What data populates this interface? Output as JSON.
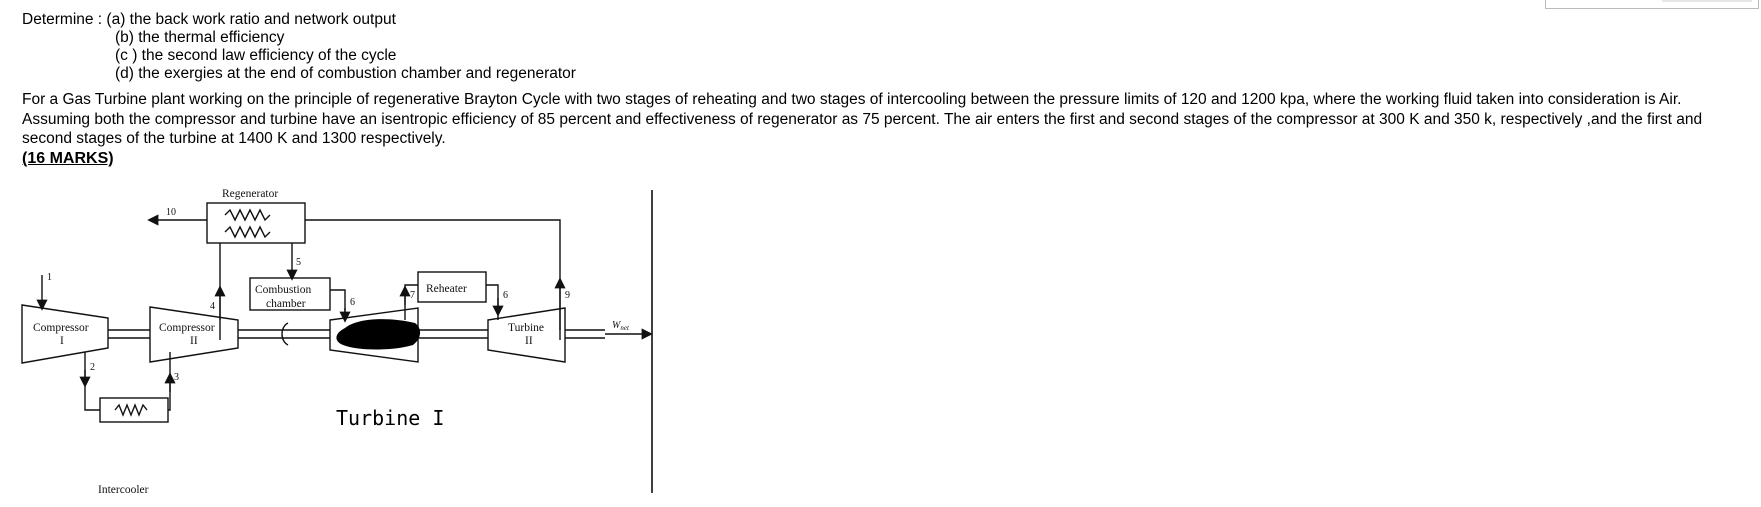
{
  "determine": {
    "intro": "Determine : (a) the back work ratio and network output",
    "items": [
      "(b) the thermal efficiency",
      "(c ) the second law efficiency of the cycle",
      "(d) the exergies at the end of combustion chamber and regenerator"
    ]
  },
  "problem_text": "For a Gas Turbine plant working on the principle of regenerative Brayton Cycle with two stages of reheating and two stages of intercooling between the pressure limits of 120 and 1200 kpa, where the working fluid taken into consideration is Air. Assuming both the compressor and turbine have an isentropic efficiency of 85 percent and effectiveness of regenerator as 75 percent. The air enters the first and second stages of the compressor at 300 K and 350 k, respectively ,and the first and second stages of the turbine at 1400 K and 1300 respectively.",
  "marks": "(16 MARKS)",
  "diagram": {
    "regenerator": "Regenerator",
    "combustion_line1": "Combustion",
    "combustion_line2": "chamber",
    "reheater": "Reheater",
    "compressor1_line1": "Compressor",
    "compressor1_line2": "I",
    "compressor2_line1": "Compressor",
    "compressor2_line2": "II",
    "turbine2_line1": "Turbine",
    "turbine2_line2": "II",
    "turbine1_handwritten": "Turbine I",
    "intercooler": "Intercooler",
    "wnet": "W",
    "wnet_sub": "net",
    "state_labels": {
      "s1": "1",
      "s2": "2",
      "s3": "3",
      "s4": "4",
      "s5": "5",
      "s6a": "6",
      "s6b": "6",
      "s7": "7",
      "s9": "9",
      "s10": "10"
    }
  }
}
